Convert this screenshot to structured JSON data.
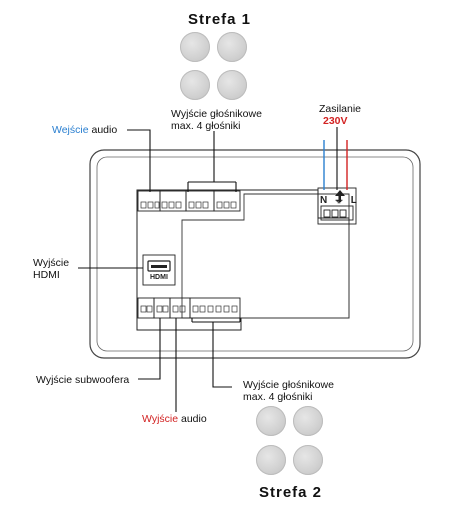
{
  "zones": {
    "zone1_title": "Strefa 1",
    "zone2_title": "Strefa 2"
  },
  "labels": {
    "audio_in_colored": "Wejście",
    "audio_in_rest": " audio",
    "speaker_out_1_line1": "Wyjście głośnikowe",
    "speaker_out_1_line2": "max. 4 głośniki",
    "power_line1": "Zasilanie",
    "power_voltage": "230V",
    "hdmi_out_line1": "Wyjście",
    "hdmi_out_line2": "HDMI",
    "subwoofer_out": "Wyjście subwoofera",
    "audio_out_colored": "Wyjście",
    "audio_out_rest": " audio",
    "speaker_out_2_line1": "Wyjście głośnikowe",
    "speaker_out_2_line2": "max. 4 głośniki",
    "hdmi_port": "HDMI",
    "power_terminal": "N ⏚ L"
  },
  "icons": {
    "speaker": "ceiling-speaker-icon",
    "hdmi": "hdmi-port-icon",
    "ground": "ground-icon"
  },
  "colors": {
    "blue_accent": "#2a7fd0",
    "red_accent": "#d22222",
    "speaker_grey": "#d2d2d2",
    "line": "#111111"
  }
}
